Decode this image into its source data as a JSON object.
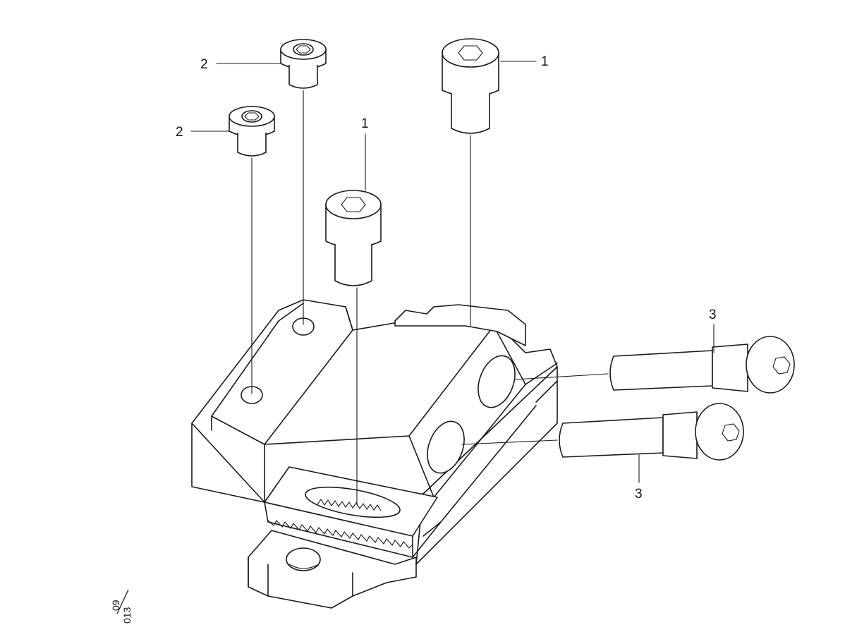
{
  "callouts": [
    {
      "id": "callout-1-upper-right",
      "label": "1"
    },
    {
      "id": "callout-1-center",
      "label": "1"
    },
    {
      "id": "callout-2-top",
      "label": "2"
    },
    {
      "id": "callout-2-left",
      "label": "2"
    },
    {
      "id": "callout-3-upper",
      "label": "3"
    },
    {
      "id": "callout-3-lower",
      "label": "3"
    }
  ],
  "reference_code": {
    "prefix": "09",
    "suffix": "013"
  }
}
